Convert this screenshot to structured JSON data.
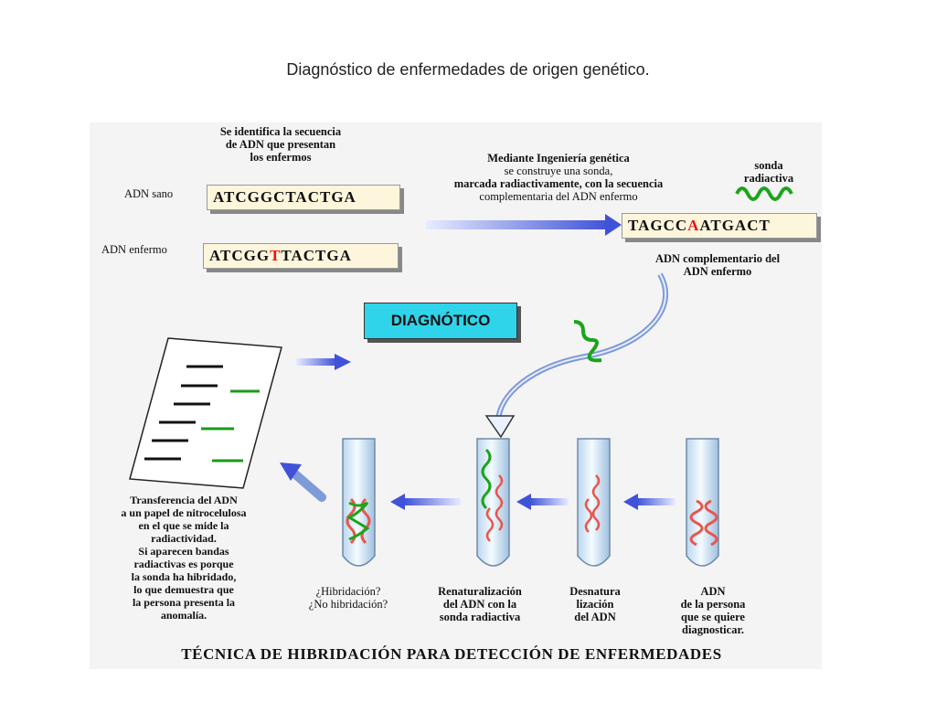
{
  "title": "Diagnóstico de enfermedades de origen genético.",
  "top_note": [
    "Se identifica la secuencia",
    "de ADN que presentan",
    "los enfermos"
  ],
  "healthy": {
    "label": "ADN sano",
    "sequence": "ATCGGCTACTGA"
  },
  "sick": {
    "label": "ADN enfermo",
    "seq_prefix": "ATCGG",
    "seq_mutation": "T",
    "seq_suffix": "TACTGA"
  },
  "probe_note": [
    "Mediante Ingeniería genética",
    "se construye una sonda,",
    "marcada radiactivamente, con la secuencia",
    "complementaria del ADN enfermo"
  ],
  "probe_label": [
    "sonda",
    "radiactiva"
  ],
  "complement": {
    "prefix": "TAGCC",
    "mutation": "A",
    "suffix": "ATGACT",
    "caption": [
      "ADN complementario del",
      "ADN enfermo"
    ]
  },
  "diagnosis_label": "DIAGNÓTICO",
  "transfer_note": [
    "Transferencia del ADN",
    "a un papel de nitrocelulosa",
    "en el que se mide la",
    "radiactividad.",
    "Si aparecen bandas",
    "radiactivas es porque",
    "la sonda ha hibridado,",
    "lo que demuestra que",
    "la persona presenta la",
    "anomalía."
  ],
  "tubes": [
    {
      "caption": [
        "¿Hibridación?",
        "¿No hibridación?"
      ]
    },
    {
      "caption": [
        "Renaturalización",
        "del ADN con la",
        "sonda radiactiva"
      ]
    },
    {
      "caption": [
        "Desnatura",
        "lización",
        "del ADN"
      ]
    },
    {
      "caption": [
        "ADN",
        "de la persona",
        "que se quiere",
        "diagnosticar."
      ]
    }
  ],
  "footer": "TÉCNICA DE HIBRIDACIÓN PARA DETECCIÓN DE ENFERMEDADES",
  "colors": {
    "probe": "#1aa51a",
    "dna": "#e8564e",
    "arrow": "#5a6fe0",
    "diag_box": "#2fd4ea"
  }
}
